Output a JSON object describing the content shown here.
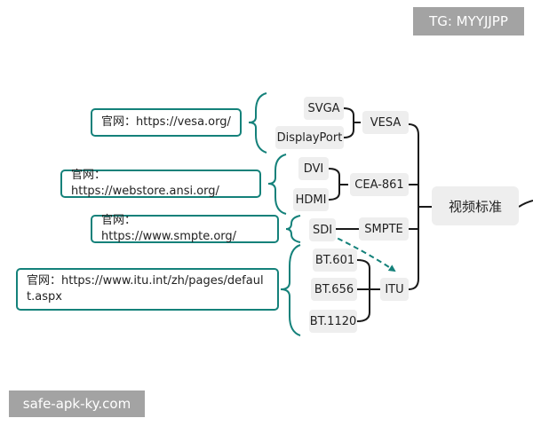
{
  "watermarks": {
    "top_right": "TG: MYYJJPP",
    "bottom_left": "safe-apk-ky.com"
  },
  "root": {
    "label": "视频标准"
  },
  "groups": [
    {
      "label": "VESA",
      "children": [
        "SVGA",
        "DisplayPort"
      ],
      "site": "官网：https://vesa.org/"
    },
    {
      "label": "CEA-861",
      "children": [
        "DVI",
        "HDMI"
      ],
      "site": "官网：https://webstore.ansi.org/"
    },
    {
      "label": "SMPTE",
      "children": [
        "SDI"
      ],
      "site": "官网：https://www.smpte.org/"
    },
    {
      "label": "ITU",
      "children": [
        "BT.601",
        "BT.656",
        "BT.1120"
      ],
      "site": "官网：https://www.itu.int/zh/pages/default.aspx"
    }
  ],
  "colors": {
    "accent": "#14817a",
    "line": "#1a1a1a",
    "node_bg": "#eeeeee",
    "watermark_bg": "#a3a3a3"
  }
}
